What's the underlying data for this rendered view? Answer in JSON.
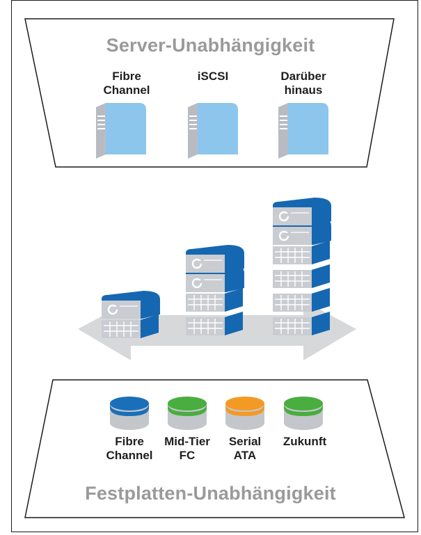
{
  "top_panel": {
    "title": "Server-Unabhängigkeit",
    "servers": [
      {
        "line1": "Fibre",
        "line2": "Channel"
      },
      {
        "line1": "iSCSI",
        "line2": ""
      },
      {
        "line1": "Darüber",
        "line2": "hinaus"
      }
    ]
  },
  "bottom_panel": {
    "title": "Festplatten-Unabhängigkeit",
    "disks": [
      {
        "line1": "Fibre",
        "line2": "Channel",
        "color": "#1a6fb8"
      },
      {
        "line1": "Mid-Tier",
        "line2": "FC",
        "color": "#4aad3f"
      },
      {
        "line1": "Serial",
        "line2": "ATA",
        "color": "#f39a24"
      },
      {
        "line1": "Zukunft",
        "line2": "",
        "color": "#4aad3f"
      }
    ]
  },
  "colors": {
    "server_blue": "#8cc6ec",
    "server_gray": "#b8bcc2",
    "storage_blue": "#1667b1",
    "arrow_gray": "#d7d8da"
  }
}
